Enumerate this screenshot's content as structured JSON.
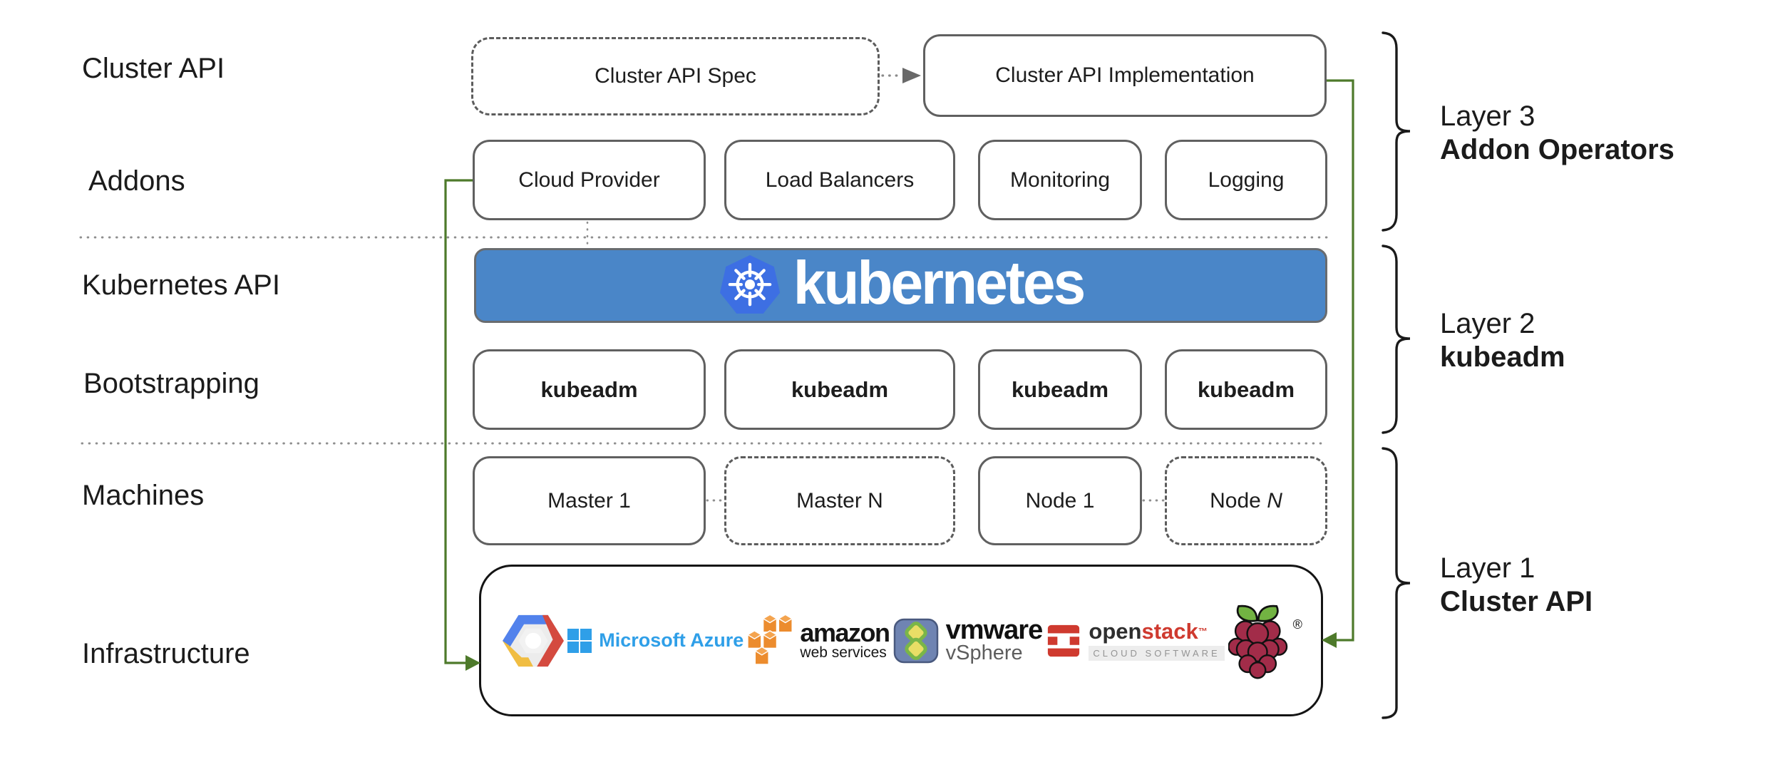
{
  "left_labels": [
    "Cluster API",
    "Addons",
    "Kubernetes API",
    "Bootstrapping",
    "Machines",
    "Infrastructure"
  ],
  "top_row": {
    "spec": "Cluster API Spec",
    "impl": "Cluster API Implementation"
  },
  "addons": [
    "Cloud Provider",
    "Load Balancers",
    "Monitoring",
    "Logging"
  ],
  "banner": {
    "text": "kubernetes"
  },
  "bootstrapping": [
    "kubeadm",
    "kubeadm",
    "kubeadm",
    "kubeadm"
  ],
  "machines": [
    {
      "prefix": "Master ",
      "suffix": "1",
      "suffix_class": ""
    },
    {
      "prefix": "Master ",
      "suffix": "N",
      "suffix_class": ""
    },
    {
      "prefix": "Node ",
      "suffix": "1",
      "suffix_class": ""
    },
    {
      "prefix": "Node ",
      "suffix": "N",
      "suffix_class": "italic"
    }
  ],
  "layers": [
    {
      "line1": "Layer 3",
      "line2": "Addon Operators"
    },
    {
      "line1": "Layer 2",
      "line2": "kubeadm"
    },
    {
      "line1": "Layer 1",
      "line2": "Cluster API"
    }
  ],
  "infrastructure": {
    "azure_text": "Microsoft Azure",
    "aws_title": "amazon",
    "aws_sub": "web services",
    "vmware_title": "vmware",
    "vmware_sub": "vSphere",
    "openstack_open": "open",
    "openstack_stack": "stack",
    "openstack_tm": "™",
    "openstack_sub": "CLOUD SOFTWARE",
    "raspberry_registered": "®"
  },
  "colors": {
    "banner_blue": "#4a86c8",
    "kubernetes_logo_blue": "#3d6fe3",
    "connector_green": "#4e7a2b",
    "azure_blue": "#2f9fe8",
    "aws_orange": "#ec8c2e",
    "vmware_icon_bg": "#6f84b2",
    "vmware_icon_green": "#7ab648",
    "openstack_red": "#cf3a2f",
    "raspberry_red": "#a22c49",
    "leaf_green": "#72b342",
    "gcp_blue": "#5282ec",
    "gcp_red": "#d44a3f",
    "gcp_yellow": "#f0bd42",
    "box_border_gray": "#606060",
    "brace_black": "#1a1a1a"
  }
}
